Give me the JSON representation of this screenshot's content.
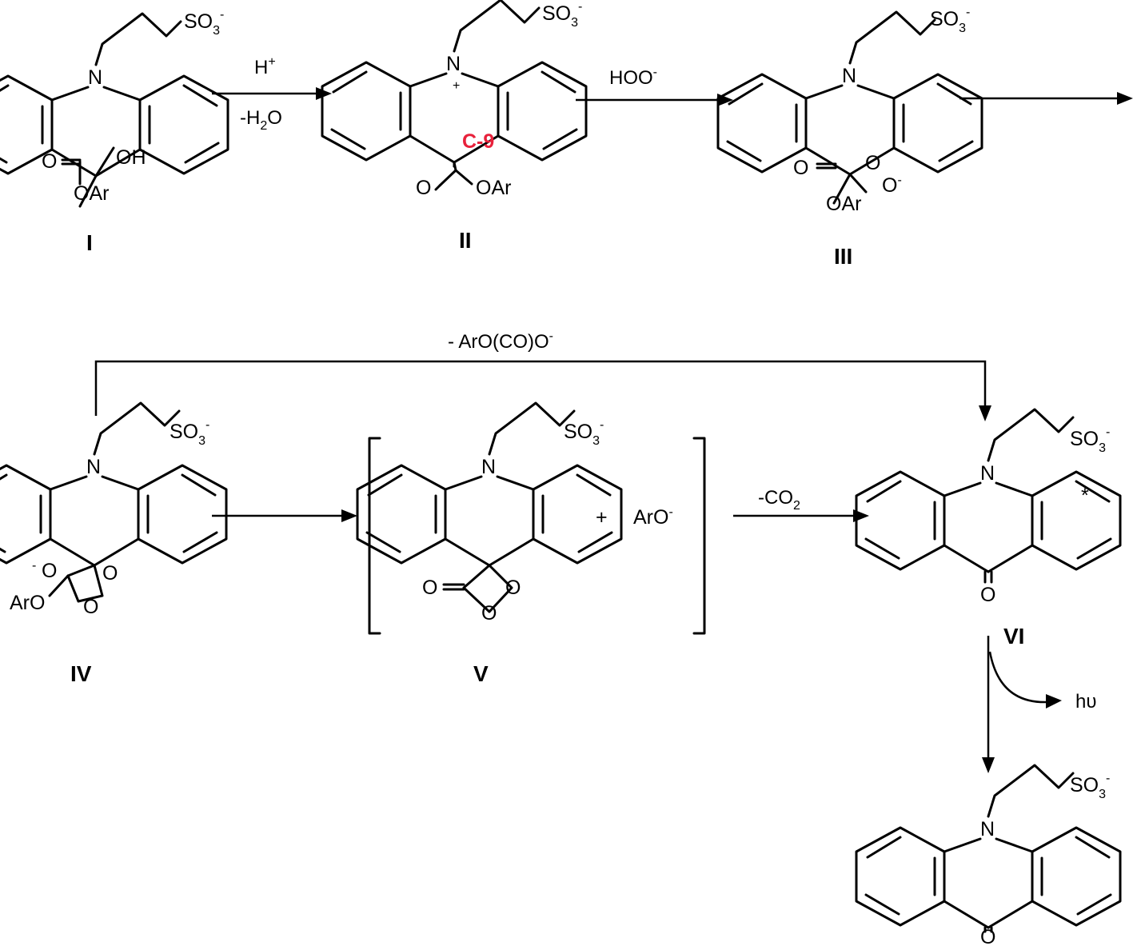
{
  "colors": {
    "ink": "#000000",
    "highlight": "#e8213b"
  },
  "compounds": {
    "I": {
      "label": "I",
      "sulfonate": "SO",
      "sub_3": "3",
      "charge_minus": "-",
      "nitrogen": "N",
      "carbonyl_o": "O",
      "hydroxyl": "OH",
      "ester": "OAr"
    },
    "II": {
      "label": "II",
      "sulfonate": "SO",
      "sub_3": "3",
      "charge_minus": "-",
      "nitrogen": "N",
      "charge_plus": "+",
      "highlight": "C-9",
      "carbonyl_o": "O",
      "ester": "OAr"
    },
    "III": {
      "label": "III",
      "sulfonate": "SO",
      "sub_3": "3",
      "charge_minus": "-",
      "nitrogen": "N",
      "carbonyl_o": "O",
      "ester": "OAr",
      "peroxy_o1": "O",
      "peroxy_o2": "O"
    },
    "IV": {
      "label": "IV",
      "sulfonate": "SO",
      "sub_3": "3",
      "charge_minus": "-",
      "nitrogen": "N",
      "ring_o1": "O",
      "ring_o2": "O",
      "aryloxy": "ArO"
    },
    "V": {
      "label": "V",
      "sulfonate": "SO",
      "sub_3": "3",
      "charge_minus": "-",
      "nitrogen": "N",
      "carbonyl_o": "O",
      "ring_o1": "O",
      "ring_o2": "O",
      "plus": "+",
      "aryloxide": "ArO"
    },
    "VI": {
      "label": "VI",
      "sulfonate": "SO",
      "sub_3": "3",
      "charge_minus": "-",
      "nitrogen": "N",
      "ketone_o": "O",
      "excited": "*"
    },
    "final": {
      "sulfonate": "SO",
      "sub_3": "3",
      "charge_minus": "-",
      "nitrogen": "N",
      "ketone_o": "O"
    }
  },
  "arrows": {
    "a1": {
      "top": "H",
      "top_sup": "+",
      "bottom": "-H",
      "bottom_sub": "2",
      "bottom_tail": "O"
    },
    "a2": {
      "top": "HOO",
      "top_sup": "-"
    },
    "a3": {},
    "a4": {
      "top": "- ArO(CO)O",
      "top_sup": "-"
    },
    "a5": {},
    "a6": {
      "top": "-CO",
      "top_sub": "2"
    },
    "a7": {
      "side": "hυ"
    }
  }
}
